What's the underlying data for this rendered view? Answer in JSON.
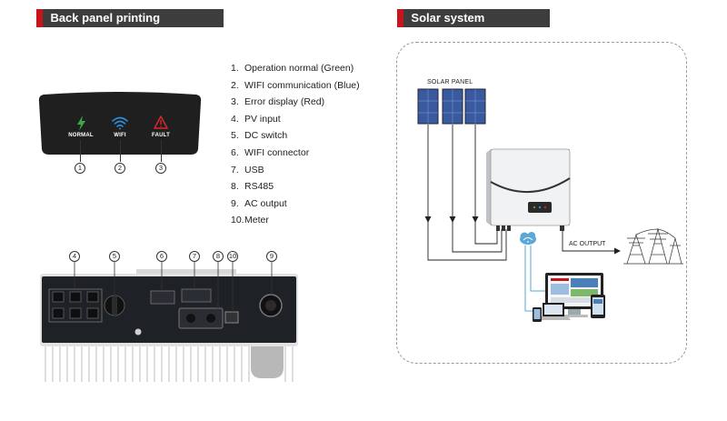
{
  "sections": {
    "left_title": "Back panel printing description",
    "right_title": "Solar system connection"
  },
  "indicators": [
    {
      "label": "NORMAL",
      "icon": "lightning-icon",
      "color": "#3aa845",
      "number": "1"
    },
    {
      "label": "WIFI",
      "icon": "wifi-icon",
      "color": "#2e8fd8",
      "number": "2"
    },
    {
      "label": "FAULT",
      "icon": "warning-icon",
      "color": "#d9262c",
      "number": "3"
    }
  ],
  "descriptions": [
    {
      "num": "1.",
      "text": "Operation normal (Green)"
    },
    {
      "num": "2.",
      "text": "WIFI communication (Blue)"
    },
    {
      "num": "3.",
      "text": "Error display (Red)"
    },
    {
      "num": "4.",
      "text": "PV input"
    },
    {
      "num": "5.",
      "text": "DC switch"
    },
    {
      "num": "6.",
      "text": "WIFI connector"
    },
    {
      "num": "7.",
      "text": "USB"
    },
    {
      "num": "8.",
      "text": "RS485"
    },
    {
      "num": "9.",
      "text": "AC output"
    },
    {
      "num": "10.",
      "text": "Meter"
    }
  ],
  "callouts": [
    "4",
    "5",
    "6",
    "7",
    "8",
    "10",
    "9"
  ],
  "diagram": {
    "solar_panel_label": "SOLAR PANEL",
    "ac_output_label": "AC OUTPUT"
  },
  "colors": {
    "accent": "#c8151d",
    "header_bg": "#3d3d3d",
    "panel_dark": "#1f1f1f",
    "link_blue": "#5aa7d8"
  }
}
